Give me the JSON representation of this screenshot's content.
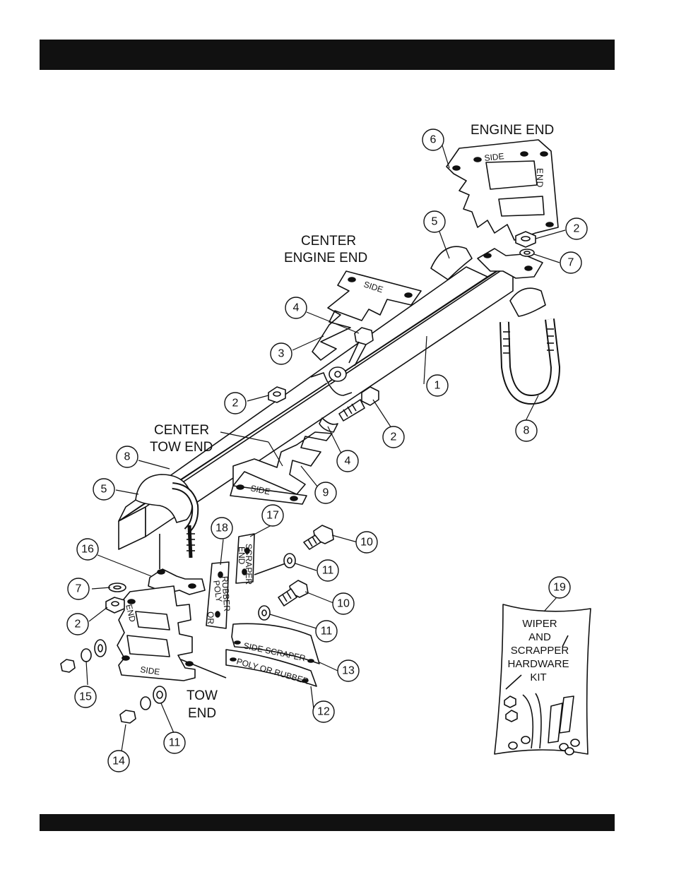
{
  "header_bar": "",
  "footer_bar": "",
  "labels": {
    "engine_end": "ENGINE END",
    "center_engine_end_1": "CENTER",
    "center_engine_end_2": "ENGINE END",
    "center_tow_end_1": "CENTER",
    "center_tow_end_2": "TOW END",
    "tow_end_1": "TOW",
    "tow_end_2": "END"
  },
  "stamps": {
    "side": "SIDE",
    "end": "END",
    "side_scraper": "SIDE SCRAPER",
    "poly_or_rubber": "POLY OR RUBBER",
    "poly": "POLY",
    "or": "OR",
    "rubber": "RUBBER",
    "scraper": "SCRAPER"
  },
  "kit": {
    "line1": "WIPER",
    "line2": "AND",
    "line3": "SCRAPPER",
    "line4": "HARDWARE",
    "line5": "KIT"
  },
  "callouts": {
    "c6": "6",
    "c2a": "2",
    "c7a": "7",
    "c5a": "5",
    "c4a": "4",
    "c3": "3",
    "c1": "1",
    "c2b": "2",
    "c2c": "2",
    "c8a": "8",
    "c4b": "4",
    "c9": "9",
    "c8b": "8",
    "c5b": "5",
    "c17": "17",
    "c18": "18",
    "c10a": "10",
    "c11a": "11",
    "c16": "16",
    "c7b": "7",
    "c10b": "10",
    "c2d": "2",
    "c11b": "11",
    "c13": "13",
    "c15": "15",
    "c12": "12",
    "c11c": "11",
    "c14": "14",
    "c19": "19"
  }
}
